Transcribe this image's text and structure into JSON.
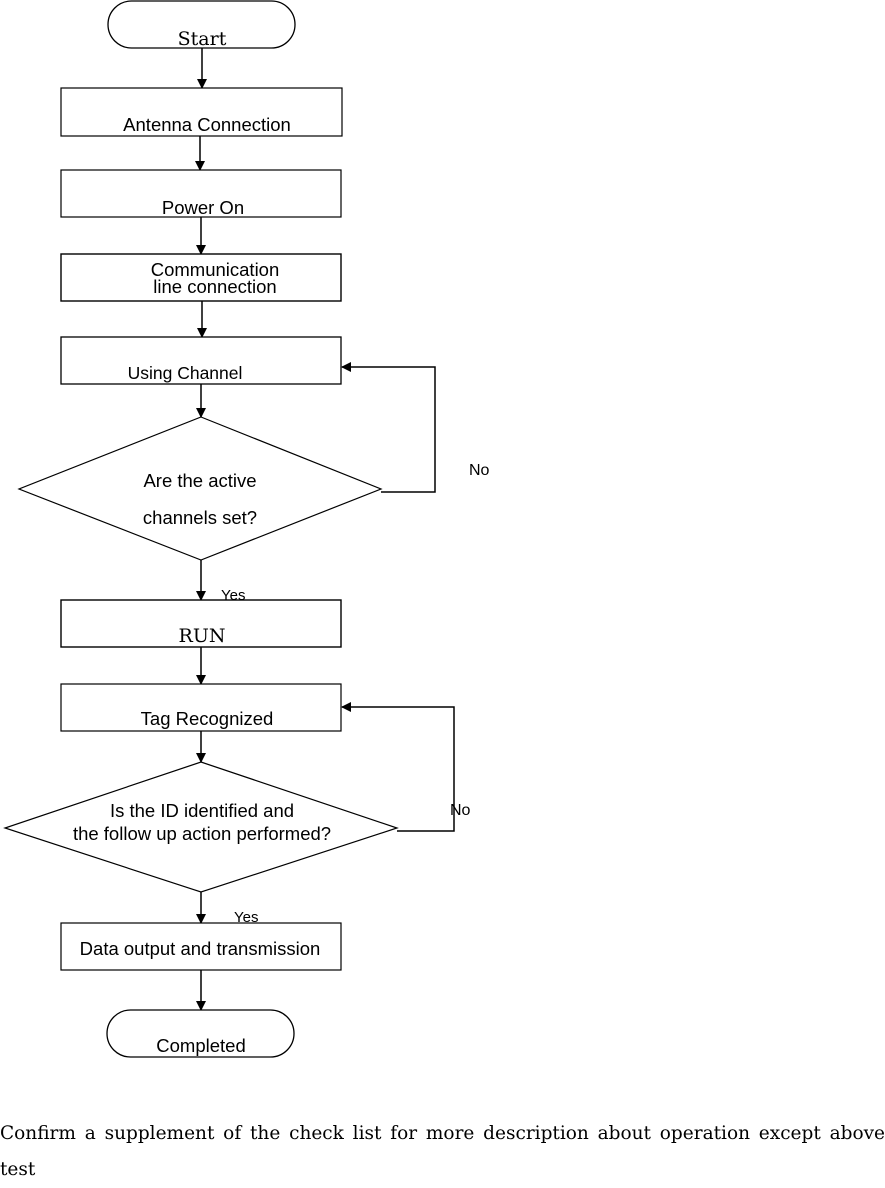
{
  "flowchart": {
    "start_label": "Start",
    "step_antenna": "Antenna Connection",
    "step_power": "Power On",
    "step_comm_line1": "Communication",
    "step_comm_line2": "line connection",
    "step_channel": "Using Channel",
    "decision_channels_line1": "Are the active",
    "decision_channels_line2": "channels set?",
    "decision_channels_no": "No",
    "decision_channels_yes": "Yes",
    "step_run": "RUN",
    "step_tag": "Tag Recognized",
    "decision_id_line1": "Is the ID identified and",
    "decision_id_line2": "the follow up action performed?",
    "decision_id_no": "No",
    "decision_id_yes": "Yes",
    "step_data": "Data output and transmission",
    "end_label": "Completed"
  },
  "caption": "Confirm a supplement of the check list for more description about operation except above test"
}
